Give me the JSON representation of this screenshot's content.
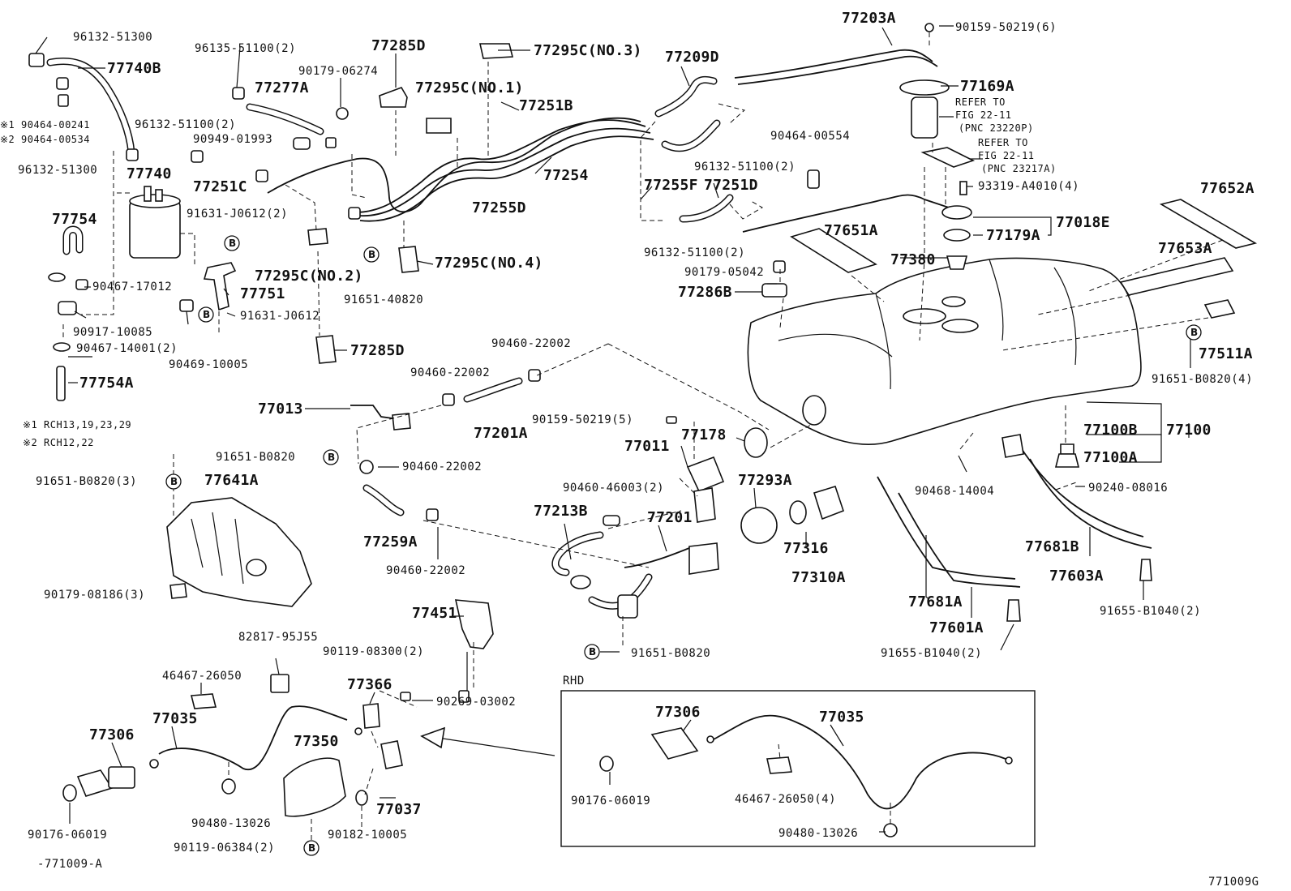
{
  "labels": {
    "l_96132_51300_a": "96132-51300",
    "l_77740B": "77740B",
    "l_note1": "※1 90464-00241",
    "l_note2": "※2 90464-00534",
    "l_96132_51300_b": "96132-51300",
    "l_77740": "77740",
    "l_77754": "77754",
    "l_90467_17012": "90467-17012",
    "l_90917_10085": "90917-10085",
    "l_90467_14001": "90467-14001(2)",
    "l_77754A": "77754A",
    "l_rch1": "※1 RCH13,19,23,29",
    "l_rch2": "※2 RCH12,22",
    "l_96135_51100": "96135-51100(2)",
    "l_77285D_a": "77285D",
    "l_90179_06274": "90179-06274",
    "l_77277A": "77277A",
    "l_96132_51100_a": "96132-51100(2)",
    "l_90949_01993": "90949-01993",
    "l_77251C": "77251C",
    "l_91631_J0612_2": "91631-J0612(2)",
    "l_77295C_no2": "77295C(NO.2)",
    "l_77751": "77751",
    "l_91631_J0612": "91631-J0612",
    "l_90469_10005": "90469-10005",
    "l_77285D_b": "77285D",
    "l_77295C_no3": "77295C(NO.3)",
    "l_77295C_no1": "77295C(NO.1)",
    "l_77251B": "77251B",
    "l_77254": "77254",
    "l_77255D": "77255D",
    "l_77295C_no4": "77295C(NO.4)",
    "l_91651_40820": "91651-40820",
    "l_77209D": "77209D",
    "l_77203A": "77203A",
    "l_90159_50219_6": "90159-50219(6)",
    "l_77169A": "77169A",
    "l_refer1a": "REFER TO",
    "l_refer1b": "FIG 22-11",
    "l_refer1c": "(PNC 23220P)",
    "l_refer2a": "REFER TO",
    "l_refer2b": "FIG 22-11",
    "l_refer2c": "(PNC 23217A)",
    "l_90464_00554": "90464-00554",
    "l_96132_51100_b": "96132-51100(2)",
    "l_77255F": "77255F",
    "l_77251D": "77251D",
    "l_93319_A4010": "93319-A4010(4)",
    "l_77018E": "77018E",
    "l_77179A": "77179A",
    "l_96132_51100_c": "96132-51100(2)",
    "l_77652A": "77652A",
    "l_77651A": "77651A",
    "l_77653A": "77653A",
    "l_90179_05042": "90179-05042",
    "l_77380": "77380",
    "l_77286B": "77286B",
    "l_77511A": "77511A",
    "l_91651_B0820_4": "91651-B0820(4)",
    "l_90460_22002_a": "90460-22002",
    "l_90460_22002_b": "90460-22002",
    "l_77013": "77013",
    "l_77201A": "77201A",
    "l_90159_50219_5": "90159-50219(5)",
    "l_91651_B0820_a": "91651-B0820",
    "l_90460_22002_c": "90460-22002",
    "l_77011": "77011",
    "l_77178": "77178",
    "l_77100B": "77100B",
    "l_77100": "77100",
    "l_77100A": "77100A",
    "l_90468_14004": "90468-14004",
    "l_90240_08016": "90240-08016",
    "l_91651_B0820_3": "91651-B0820(3)",
    "l_77641A": "77641A",
    "l_90460_46003": "90460-46003(2)",
    "l_77293A": "77293A",
    "l_77213B": "77213B",
    "l_77201": "77201",
    "l_77259A": "77259A",
    "l_77316": "77316",
    "l_77310A": "77310A",
    "l_77681B": "77681B",
    "l_77603A": "77603A",
    "l_90460_22002_d": "90460-22002",
    "l_90179_08186": "90179-08186(3)",
    "l_77681A": "77681A",
    "l_91655_B1040_a": "91655-B1040(2)",
    "l_77601A": "77601A",
    "l_77451": "77451",
    "l_82817_95J55": "82817-95J55",
    "l_90119_08300": "90119-08300(2)",
    "l_91651_B0820_b": "91651-B0820",
    "l_91655_B1040_b": "91655-B1040(2)",
    "l_46467_26050_a": "46467-26050",
    "l_77366": "77366",
    "l_77035_a": "77035",
    "l_90269_03002": "90269-03002",
    "l_77306_a": "77306",
    "l_77350": "77350",
    "l_77037": "77037",
    "l_90176_06019_a": "90176-06019",
    "l_90480_13026_a": "90480-13026",
    "l_90182_10005": "90182-10005",
    "l_90119_06384": "90119-06384(2)",
    "l_fig_id": "-771009-A",
    "l_rhd": "RHD",
    "l_77306_b": "77306",
    "l_77035_b": "77035",
    "l_90176_06019_b": "90176-06019",
    "l_46467_26050_b": "46467-26050(4)",
    "l_90480_13026_b": "90480-13026",
    "l_corner_id": "771009G"
  },
  "b_marker": "B"
}
